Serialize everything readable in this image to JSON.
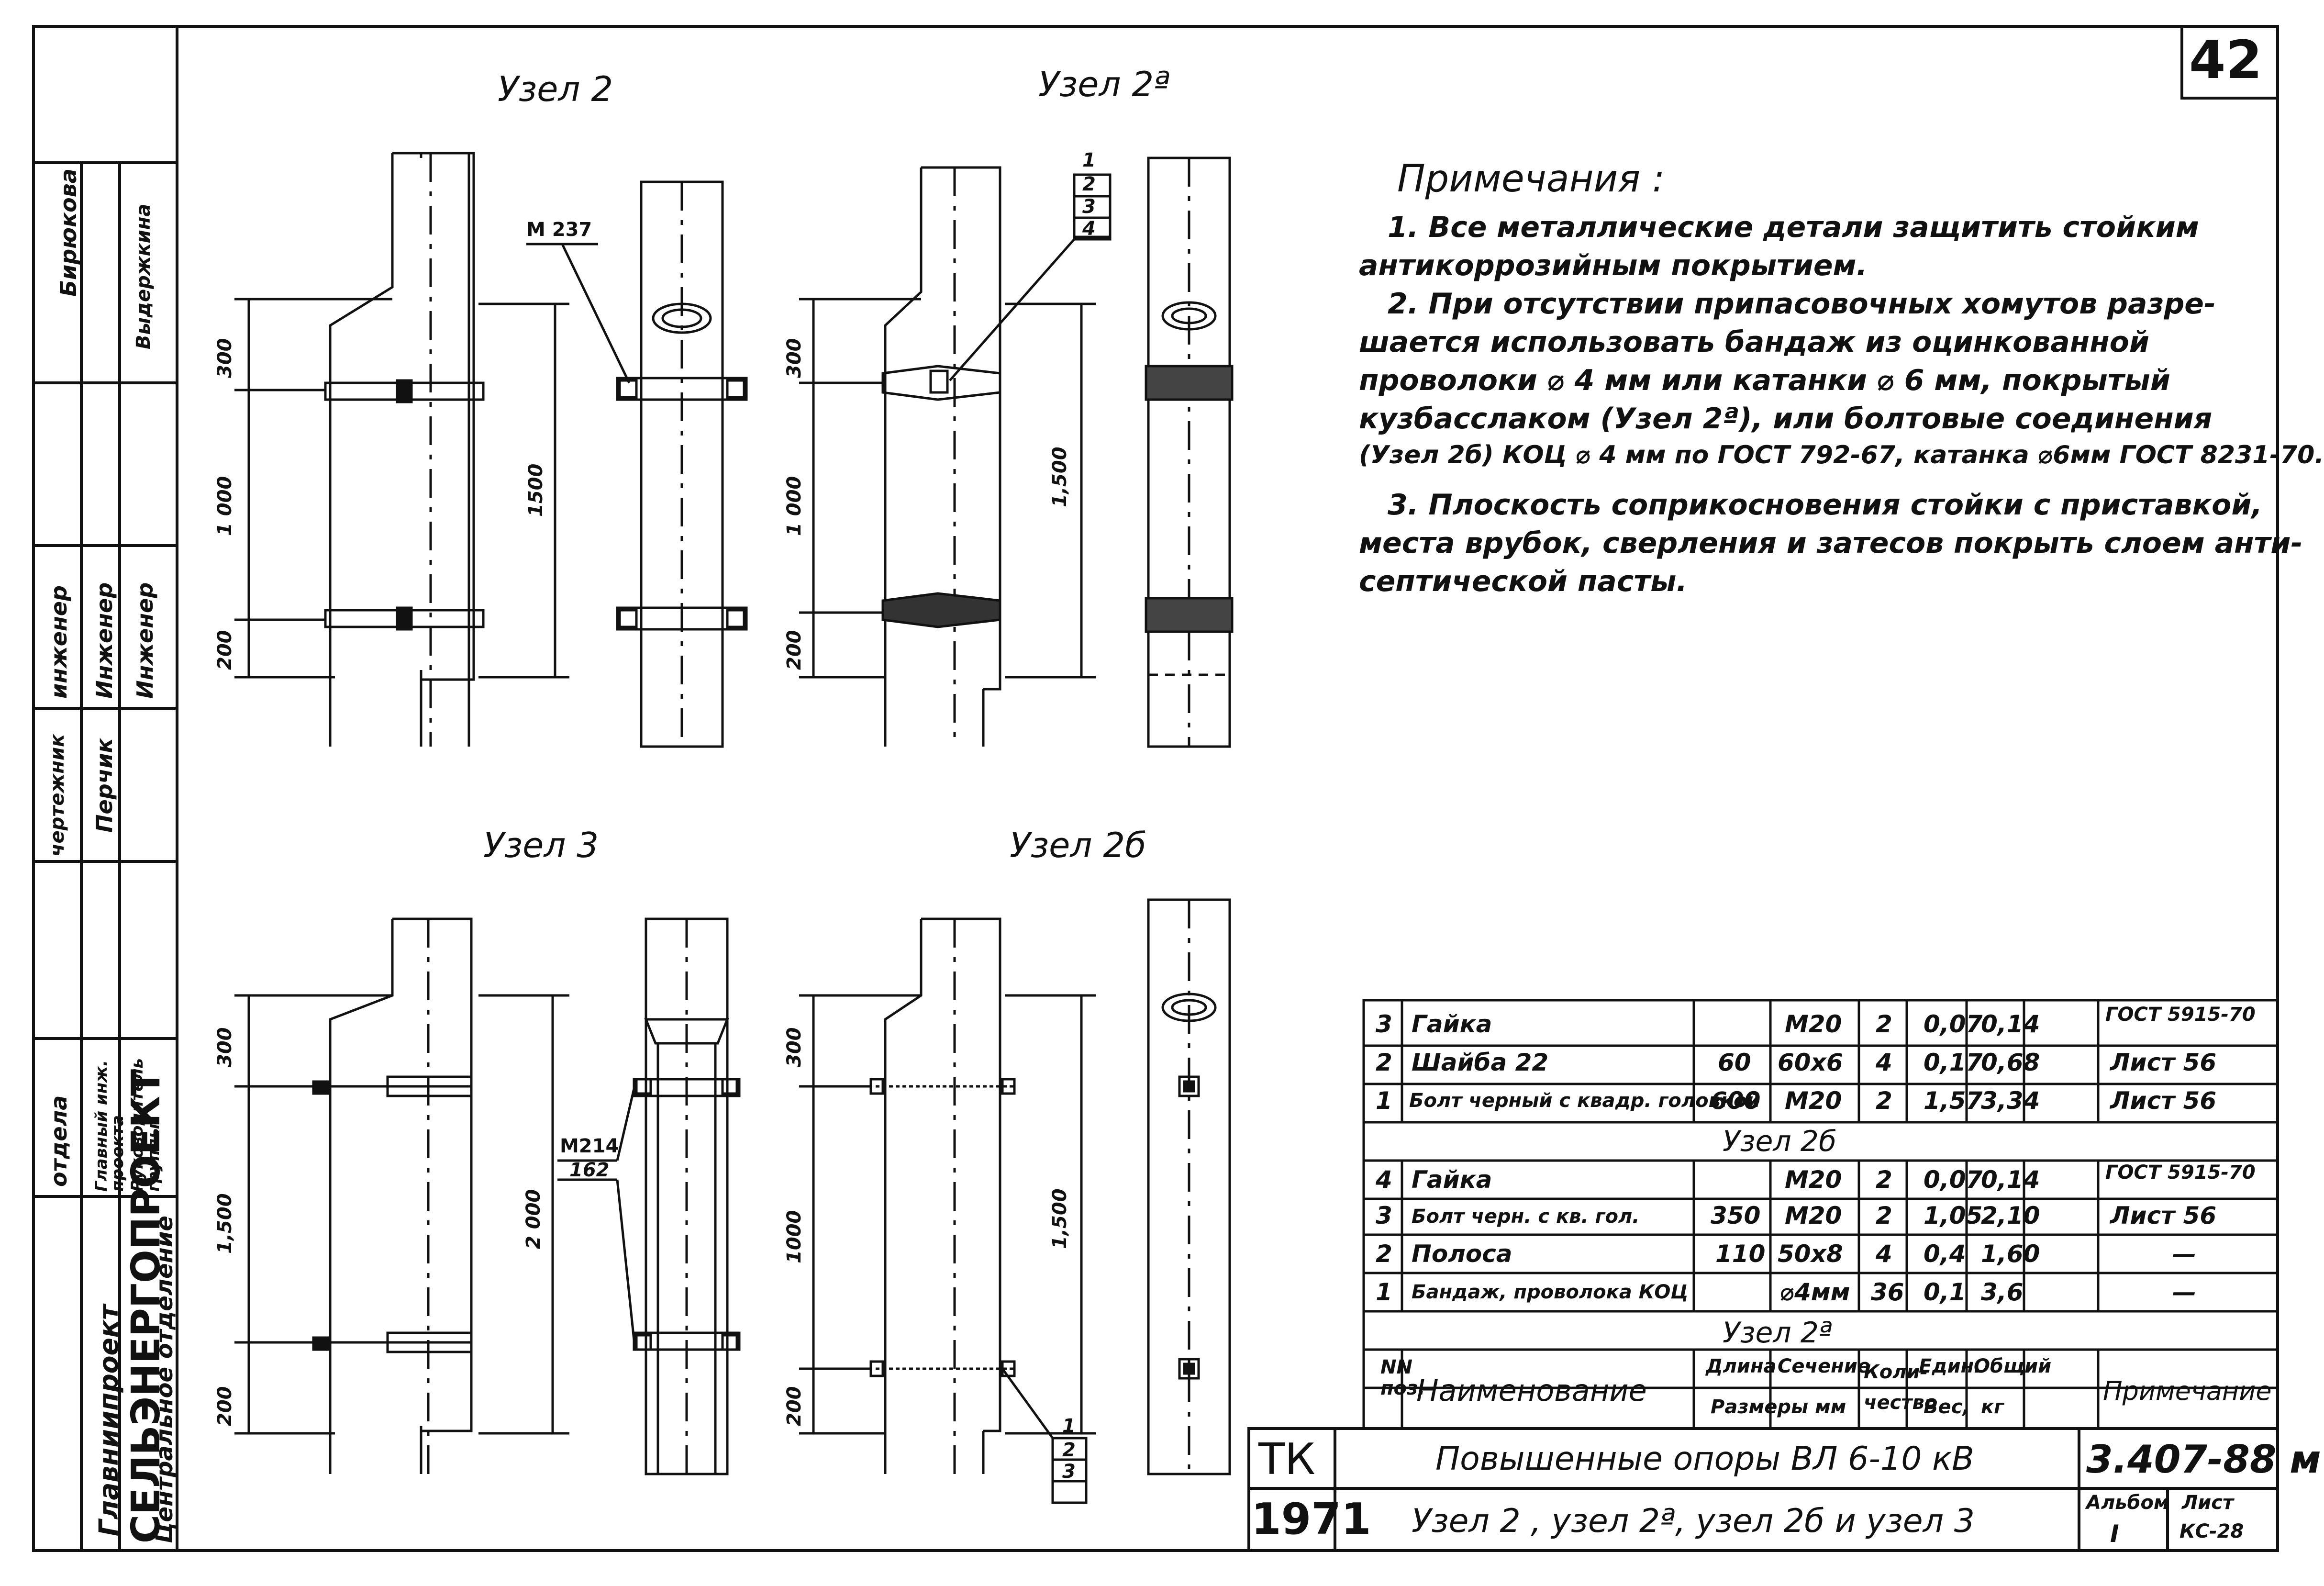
{
  "sheet_number": "42",
  "views": {
    "uzel2": "Узел 2",
    "uzel2a": "Узел 2ª",
    "uzel3": "Узел 3",
    "uzel2b": "Узел 2б"
  },
  "labels": {
    "m237": "М 237",
    "m214": "М214",
    "n162": "162",
    "callouts_top": [
      "1",
      "2",
      "3",
      "4"
    ],
    "callouts_bottom": [
      "1",
      "2",
      "3"
    ]
  },
  "dimensions": {
    "uzel2": [
      "300",
      "1 000",
      "200",
      "1500"
    ],
    "uzel2a": [
      "300",
      "1 000",
      "200",
      "1,500"
    ],
    "uzel3": [
      "300",
      "1,500",
      "200",
      "2 000"
    ],
    "uzel2b": [
      "300",
      "1000",
      "200",
      "1,500"
    ]
  },
  "notes": {
    "heading": "Примечания :",
    "lines": [
      "1. Все металлические детали защитить стойким",
      "антикоррозийным покрытием.",
      "2. При отсутствии припасовочных хомутов разре-",
      "шается использовать бандаж из оцинкованной",
      "проволоки ⌀ 4 мм или катанки ⌀ 6 мм, покрытый",
      "кузбасслаком (Узел 2ª), или болтовые соединения",
      "(Узел 2б) КОЦ ⌀ 4 мм по ГОСТ 792-67, катанка ⌀6мм ГОСТ 8231-70.",
      "3. Плоскость соприкосновения стойки с приставкой,",
      "места врубок, сверления и затесов покрыть слоем анти-",
      "септической пасты."
    ]
  },
  "table": {
    "group_2b_rows": [
      [
        "3",
        "Гайка",
        "",
        "М20",
        "2",
        "0,07",
        "0,14",
        "ГОСТ 5915-70"
      ],
      [
        "2",
        "Шайба 22",
        "60",
        "60х6",
        "4",
        "0,17",
        "0,68",
        "Лист 56"
      ],
      [
        "1",
        "Болт черный с квадр. головкой",
        "600",
        "М20",
        "2",
        "1,57",
        "3,34",
        "Лист 56"
      ]
    ],
    "group_2b_title": "Узел 2б",
    "group_2a_rows": [
      [
        "4",
        "Гайка",
        "",
        "М20",
        "2",
        "0,07",
        "0,14",
        "ГОСТ 5915-70"
      ],
      [
        "3",
        "Болт черн. с кв. гол.",
        "350",
        "М20",
        "2",
        "1,05",
        "2,10",
        "Лист 56"
      ],
      [
        "2",
        "Полоса",
        "110",
        "50х8",
        "4",
        "0,4",
        "1,60",
        "—"
      ],
      [
        "1",
        "Бандаж, проволока КОЦ",
        "",
        "⌀4мм",
        "36",
        "0,1",
        "3,6",
        "—"
      ]
    ],
    "group_2a_title": "Узел 2ª",
    "header": {
      "num": "NN поз.",
      "name": "Наименование",
      "length": "Длина",
      "section": "Сечение",
      "sizes": "Размеры мм",
      "qty": "Коли- чество",
      "unit": "Един.",
      "total": "Общий",
      "weight": "Вес,",
      "kg": "кг",
      "remark": "Примечание"
    }
  },
  "title_block": {
    "tk": "ТК",
    "year": "1971",
    "title": "Повышенные опоры ВЛ 6-10 кВ",
    "subtitle": "Узел 2 , узел 2ª, узел 2б и узел 3",
    "code": "3.407-88 м",
    "album_label": "Альбом",
    "album": "I",
    "sheet_label": "Лист",
    "sheet": "КС-28"
  },
  "stamp": {
    "org_line1": "Главниипроект",
    "org_line2": "СЕЛЬЭНЕРГОПРОЕКТ",
    "org_line3": "Центральное отделение",
    "roles": [
      "отдела",
      "Главный инж. проекта",
      "Руководитель группы",
      "чертежник",
      "инженер",
      "Инженер",
      "Инженер",
      "Перчик",
      "Бирюкова",
      "Выдержкина"
    ]
  }
}
